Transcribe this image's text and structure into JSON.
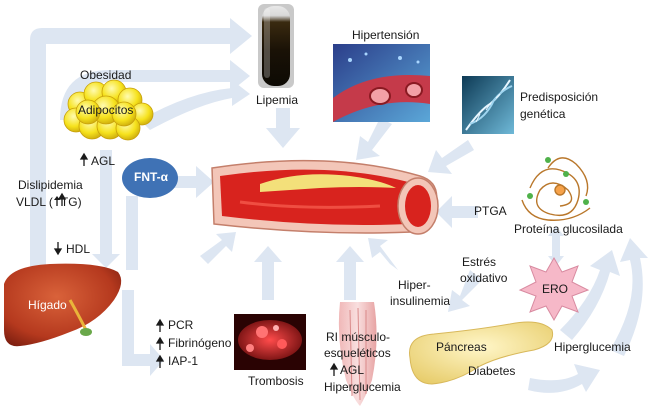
{
  "labels": {
    "obesidad": "Obesidad",
    "adipocitos": "Adipocitos",
    "agl_top": "AGL",
    "dislipidemia": "Dislipidemia",
    "vldl": "VLDL (",
    "tg": "TG)",
    "hdl": "HDL",
    "higado": "Hígado",
    "lipemia": "Lipemia",
    "fnt": "FNT-α",
    "hipertension": "Hipertensión",
    "predisposicion_1": "Predisposición",
    "predisposicion_2": "genética",
    "ptga": "PTGA",
    "proteina": "Proteína glucosilada",
    "estres_1": "Estrés",
    "estres_2": "oxidativo",
    "ero": "ERO",
    "hiper_1": "Hiper-",
    "hiper_2": "insulinemia",
    "hiperglucemia_right": "Hiperglucemia",
    "pancreas": "Páncreas",
    "diabetes": "Diabetes",
    "pcr": "PCR",
    "fibrinogeno": "Fibrinógeno",
    "iap": "IAP-1",
    "trombosis": "Trombosis",
    "ri_1": "RI músculo-",
    "ri_2": "esqueléticos",
    "agl_bottom": "AGL",
    "hiperglucemia_bottom": "Hiperglucemia"
  },
  "colors": {
    "arrow": "#dde6f2",
    "adipocyte": "#f6e21c",
    "liver": "#b5391e",
    "fnt_bubble": "#3f72b5",
    "vessel_wall": "#f3c6b8",
    "blood": "#d8231e",
    "plaque": "#f3e07a",
    "ero_star": "#f6b8c8",
    "pancreas": "#f6e7a6"
  }
}
